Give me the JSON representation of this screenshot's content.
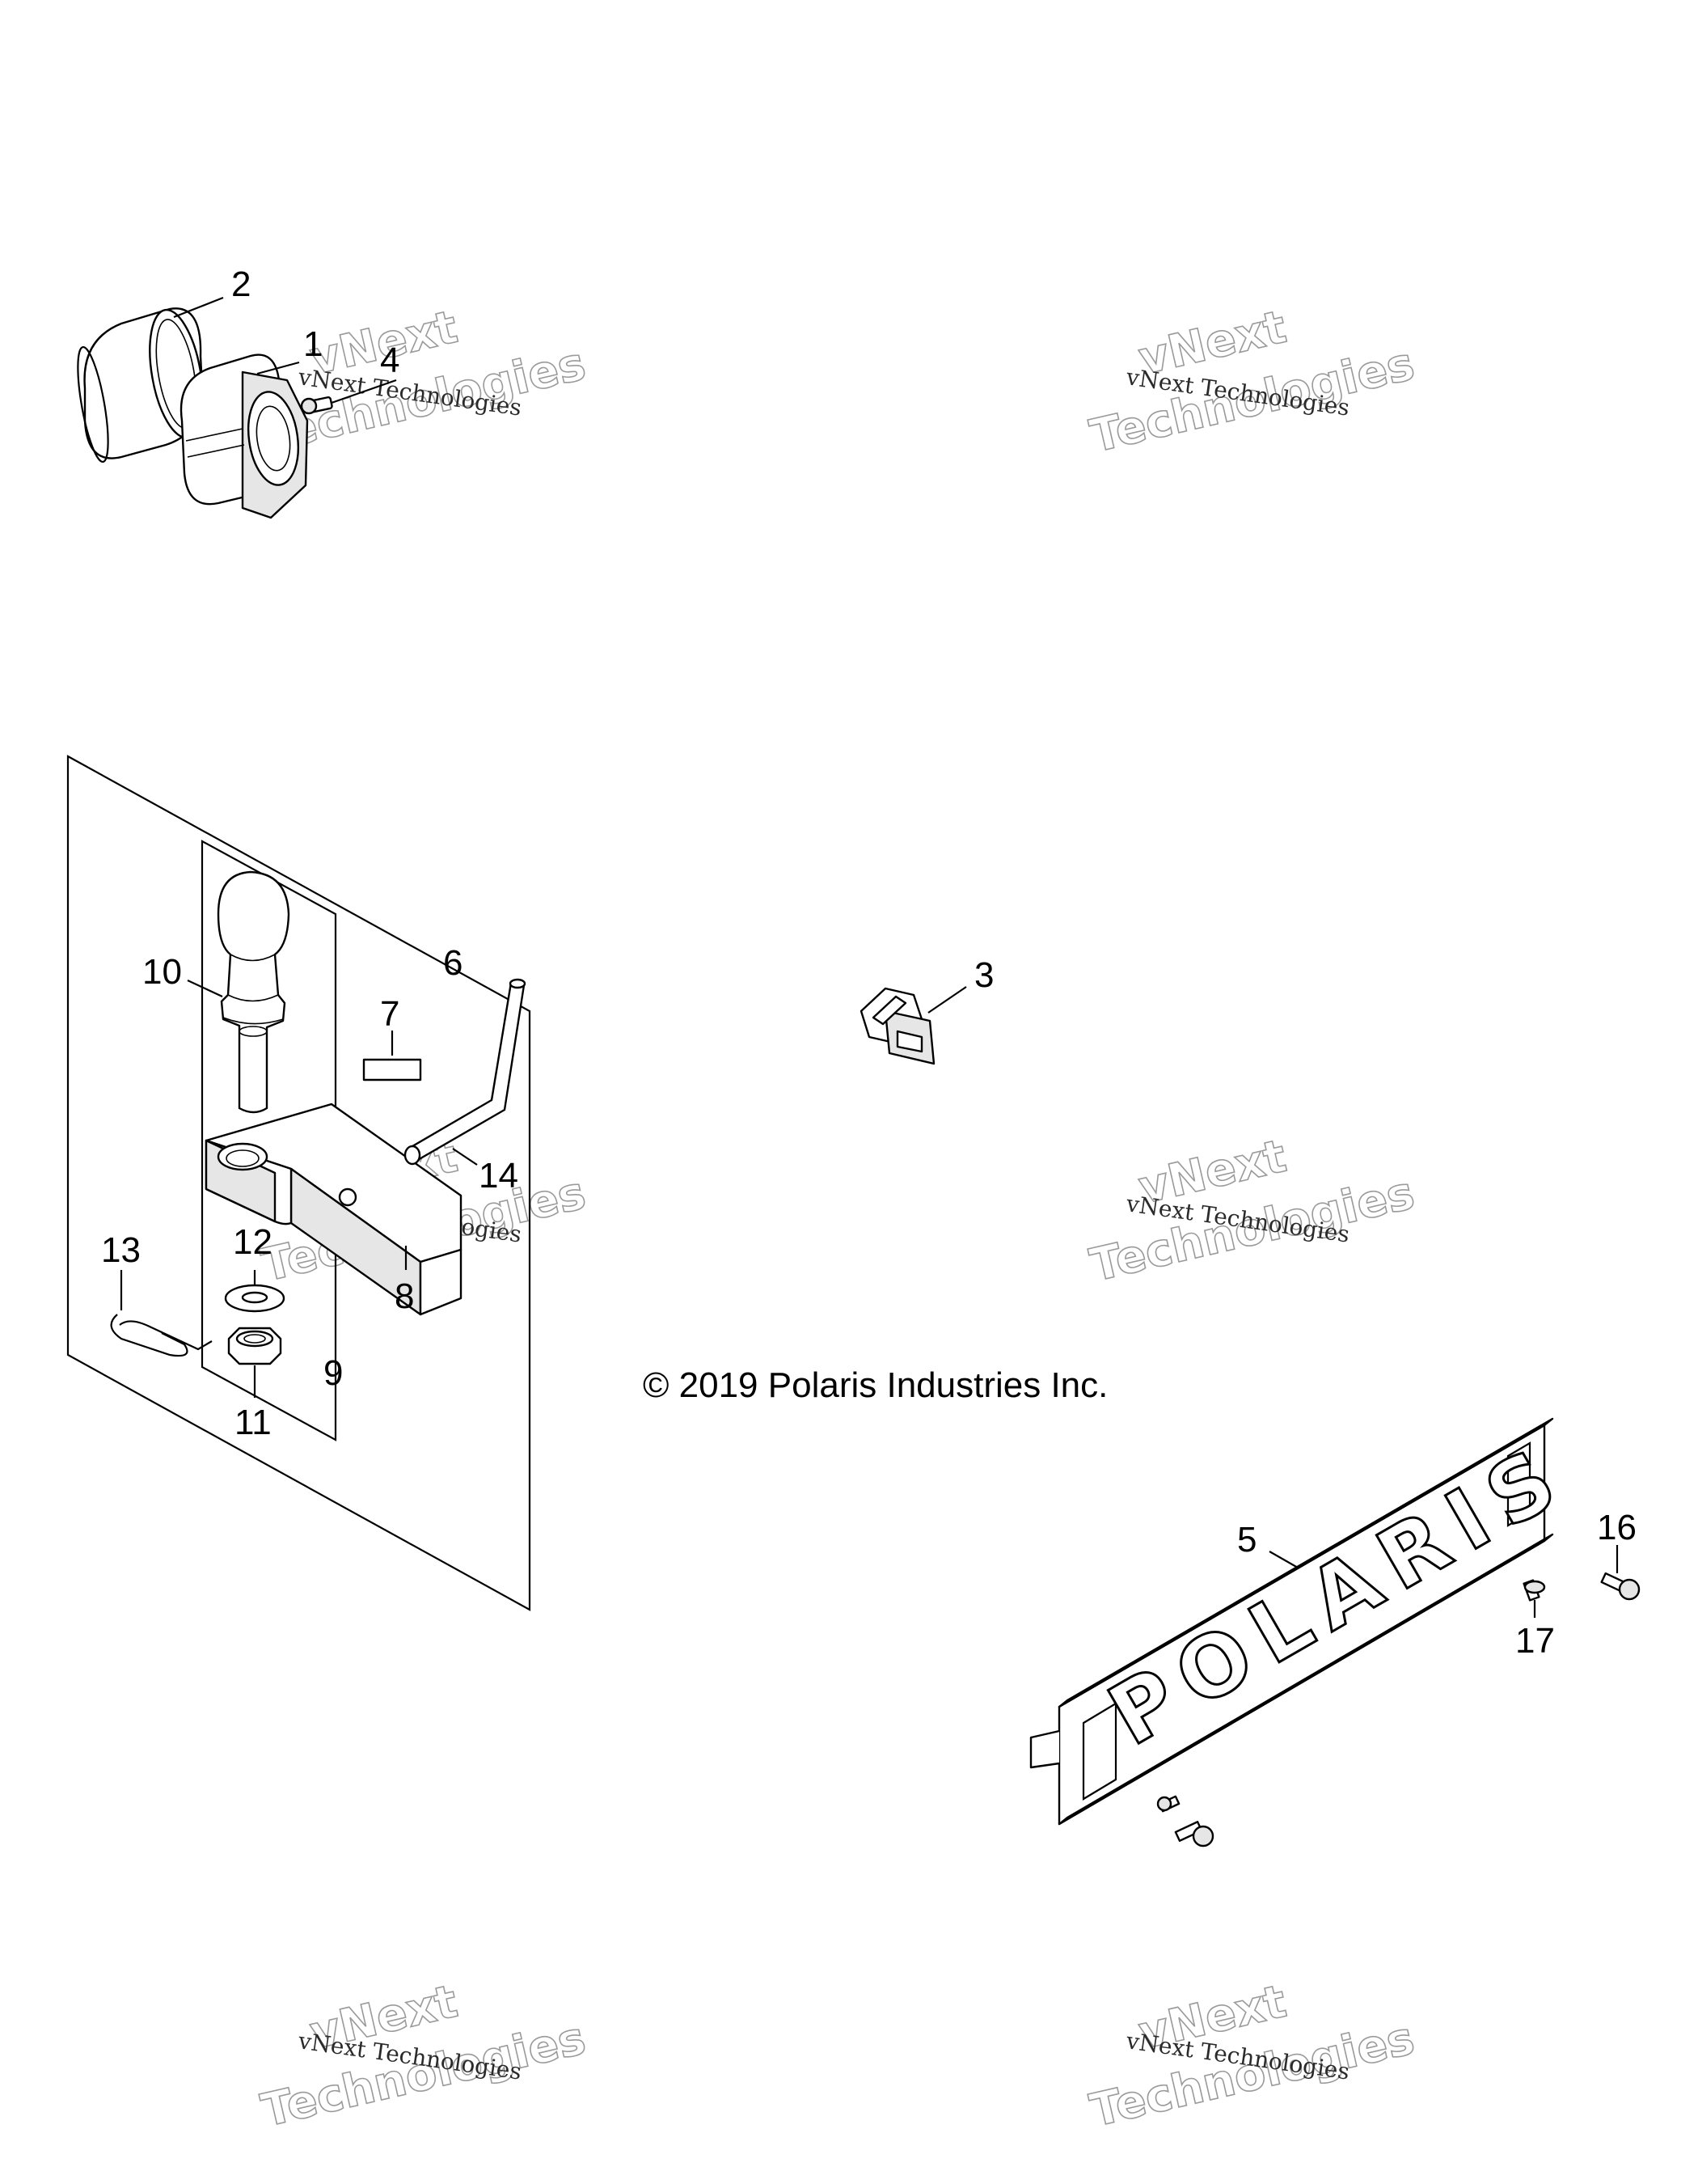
{
  "callouts": [
    {
      "id": "1",
      "label": "1"
    },
    {
      "id": "2",
      "label": "2"
    },
    {
      "id": "3",
      "label": "3"
    },
    {
      "id": "4",
      "label": "4"
    },
    {
      "id": "5",
      "label": "5"
    },
    {
      "id": "6",
      "label": "6"
    },
    {
      "id": "7",
      "label": "7"
    },
    {
      "id": "8",
      "label": "8"
    },
    {
      "id": "9",
      "label": "9"
    },
    {
      "id": "10",
      "label": "10"
    },
    {
      "id": "11",
      "label": "11"
    },
    {
      "id": "12",
      "label": "12"
    },
    {
      "id": "13",
      "label": "13"
    },
    {
      "id": "14",
      "label": "14"
    },
    {
      "id": "16",
      "label": "16"
    },
    {
      "id": "17",
      "label": "17"
    }
  ],
  "copyright": "© 2019 Polaris Industries Inc.",
  "logo_plate_text": "POLARIS",
  "watermark": {
    "line1": "vNext Technologies",
    "line2": "vNext",
    "line3": "Technologies"
  },
  "colors": {
    "ink": "#000000",
    "background": "#ffffff",
    "watermark": "#9a9a9a"
  }
}
